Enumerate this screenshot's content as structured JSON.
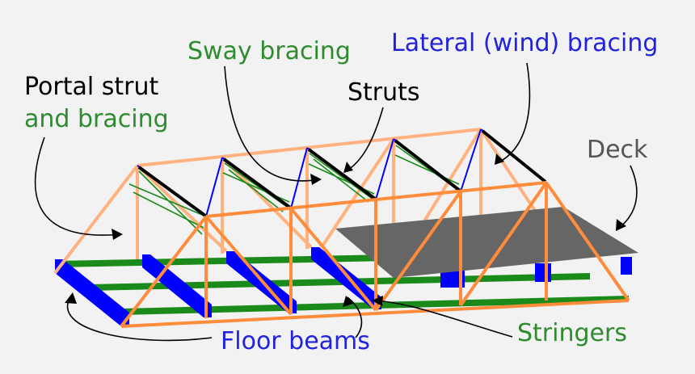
{
  "labels": {
    "sway_bracing": "Sway bracing",
    "lateral_bracing": "Lateral (wind) bracing",
    "portal_strut_line1": "Portal strut",
    "portal_strut_line2": "and bracing",
    "struts": "Struts",
    "deck": "Deck",
    "floor_beams": "Floor beams",
    "stringers": "Stringers"
  },
  "colors": {
    "background": "#f2f2f2",
    "truss_near": "#ff8c3a",
    "truss_far": "#ffb27f",
    "floor_beam": "#0000ff",
    "stringer": "#1a8a1a",
    "deck": "#666666",
    "lateral_label": "#2222dd",
    "sway_label": "#2e8b2e",
    "floor_label": "#2222dd",
    "stringers_label": "#2e8b2e",
    "black_label": "#000000",
    "deck_label": "#555555"
  }
}
